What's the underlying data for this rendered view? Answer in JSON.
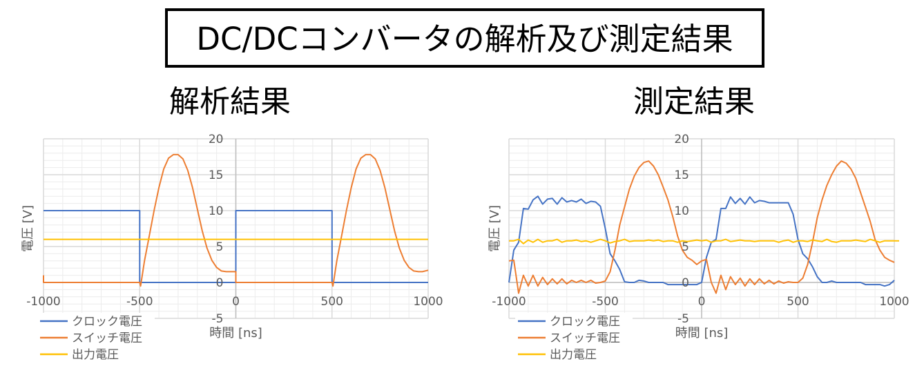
{
  "title": "DC/DCコンバータの解析及び測定結果",
  "colors": {
    "clock": "#4472C4",
    "switch": "#ED7D31",
    "output": "#FFC000",
    "grid": "#D9D9D9",
    "axis": "#BFBFBF"
  },
  "chart_data": [
    {
      "type": "line",
      "title": "解析結果",
      "xlabel": "時間 [ns]",
      "ylabel": "電圧 [V]",
      "xlim": [
        -1000,
        1000
      ],
      "ylim": [
        -5,
        20
      ],
      "xticks": [
        -1000,
        -500,
        0,
        500,
        1000
      ],
      "yticks": [
        -5,
        0,
        5,
        10,
        15,
        20
      ],
      "grid": true,
      "legend_position": "bottom-left",
      "series": [
        {
          "name": "クロック電圧",
          "color_key": "clock",
          "x": [
            -1000,
            -500,
            -500,
            0,
            0,
            500,
            500,
            1000
          ],
          "y": [
            10,
            10,
            0,
            0,
            10,
            10,
            0,
            0
          ]
        },
        {
          "name": "スイッチ電圧",
          "color_key": "switch",
          "x": [
            -1000,
            -1000,
            -500,
            -495,
            -475,
            -450,
            -425,
            -400,
            -375,
            -350,
            -325,
            -300,
            -275,
            -250,
            -225,
            -200,
            -175,
            -150,
            -125,
            -100,
            -75,
            -50,
            -30,
            -2,
            0,
            0,
            500,
            505,
            525,
            550,
            575,
            600,
            625,
            650,
            675,
            700,
            725,
            750,
            775,
            800,
            825,
            850,
            875,
            900,
            925,
            950,
            970,
            1000
          ],
          "y": [
            1,
            0,
            0,
            -0.5,
            3,
            6.5,
            10,
            13.2,
            15.8,
            17.3,
            17.8,
            17.8,
            17.2,
            15.6,
            13.2,
            10.2,
            7.2,
            4.8,
            3.1,
            2.1,
            1.6,
            1.5,
            1.5,
            1.5,
            1.5,
            0,
            0,
            -0.5,
            3,
            6.5,
            10,
            13.2,
            15.8,
            17.3,
            17.8,
            17.8,
            17.2,
            15.6,
            13.2,
            10.2,
            7.2,
            4.8,
            3.1,
            2.1,
            1.6,
            1.5,
            1.5,
            1.7
          ]
        },
        {
          "name": "出力電圧",
          "color_key": "output",
          "x": [
            -1000,
            1000
          ],
          "y": [
            6,
            6
          ]
        }
      ]
    },
    {
      "type": "line",
      "title": "測定結果",
      "xlabel": "時間 [ns]",
      "ylabel": "電圧 [V]",
      "xlim": [
        -1000,
        1000
      ],
      "ylim": [
        -5,
        20
      ],
      "xticks": [
        -1000,
        -500,
        0,
        500,
        1000
      ],
      "yticks": [
        -5,
        0,
        5,
        10,
        15,
        20
      ],
      "grid": true,
      "legend_position": "bottom-left",
      "x_step": 25,
      "series": [
        {
          "name": "クロック電圧",
          "color_key": "clock",
          "y": [
            0,
            4.5,
            5.6,
            10.3,
            10.2,
            11.5,
            12,
            10.9,
            11.6,
            11.7,
            10.9,
            11.8,
            11.2,
            11.4,
            11.2,
            11.6,
            11.0,
            11.3,
            11.2,
            10.6,
            7.5,
            4.0,
            3.0,
            1.8,
            0.1,
            0,
            0,
            0.3,
            0.2,
            0,
            0,
            0,
            0,
            -0.3,
            -0.3,
            -0.3,
            -0.3,
            -0.3,
            -0.3,
            -0.3,
            0,
            3.5,
            5.6,
            6.0,
            10.3,
            10.3,
            11.9,
            11.0,
            11.7,
            10.9,
            11.9,
            11.1,
            11.4,
            11.3,
            11.1,
            11.1,
            11.1,
            11.1,
            11.1,
            9.5,
            6.0,
            4.0,
            3.3,
            2.2,
            0.8,
            0,
            0,
            0.2,
            0,
            0,
            0,
            0,
            0,
            0,
            -0.3,
            -0.3,
            -0.3,
            -0.3,
            -0.5,
            -0.3,
            0.3
          ]
        },
        {
          "name": "スイッチ電圧",
          "color_key": "switch",
          "y": [
            3.0,
            3.1,
            -1.5,
            1.0,
            -0.5,
            1.0,
            -0.5,
            0.7,
            -0.3,
            0.5,
            -0.2,
            0.5,
            -0.2,
            0.3,
            0,
            0.3,
            0,
            0.3,
            -0.1,
            0,
            0.2,
            1.5,
            4.5,
            8,
            10.5,
            13,
            14.8,
            16.0,
            16.7,
            16.9,
            16.2,
            15,
            13.3,
            11.5,
            9.2,
            6.5,
            4.5,
            3.5,
            3.1,
            2.5,
            3.0,
            3.2,
            0.0,
            -1.5,
            1.0,
            -1.0,
            0.8,
            -0.3,
            0.6,
            -0.5,
            0.5,
            -0.3,
            0.5,
            -0.2,
            0.3,
            -0.2,
            0.2,
            -0.1,
            0.1,
            0,
            0,
            0.6,
            2.5,
            5.5,
            9,
            11.5,
            13.5,
            15,
            16.2,
            16.9,
            16.6,
            15.8,
            14.5,
            12.5,
            10.5,
            8.5,
            6,
            4.5,
            3.5,
            3.1,
            2.8
          ]
        },
        {
          "name": "出力電圧",
          "color_key": "output",
          "y": [
            5.8,
            5.8,
            6.0,
            5.4,
            5.9,
            5.6,
            6.0,
            5.6,
            5.8,
            5.8,
            6.0,
            5.6,
            5.8,
            5.8,
            5.9,
            5.7,
            5.8,
            5.6,
            5.8,
            6.0,
            5.8,
            5.5,
            5.7,
            5.8,
            6.0,
            5.7,
            5.8,
            5.8,
            5.8,
            5.9,
            5.8,
            5.9,
            5.7,
            5.8,
            5.8,
            5.6,
            5.8,
            5.7,
            5.8,
            5.9,
            5.8,
            5.9,
            5.6,
            5.8,
            5.8,
            6.0,
            5.7,
            5.8,
            5.9,
            5.8,
            5.8,
            5.7,
            5.8,
            5.8,
            5.8,
            5.8,
            5.6,
            5.8,
            5.9,
            5.6,
            5.8,
            5.8,
            5.7,
            5.9,
            5.8,
            5.7,
            6.0,
            5.7,
            5.6,
            5.8,
            5.8,
            5.8,
            5.9,
            5.8,
            5.7,
            6.0,
            5.8,
            5.6,
            5.8,
            5.8,
            5.8,
            5.8
          ]
        }
      ]
    }
  ]
}
